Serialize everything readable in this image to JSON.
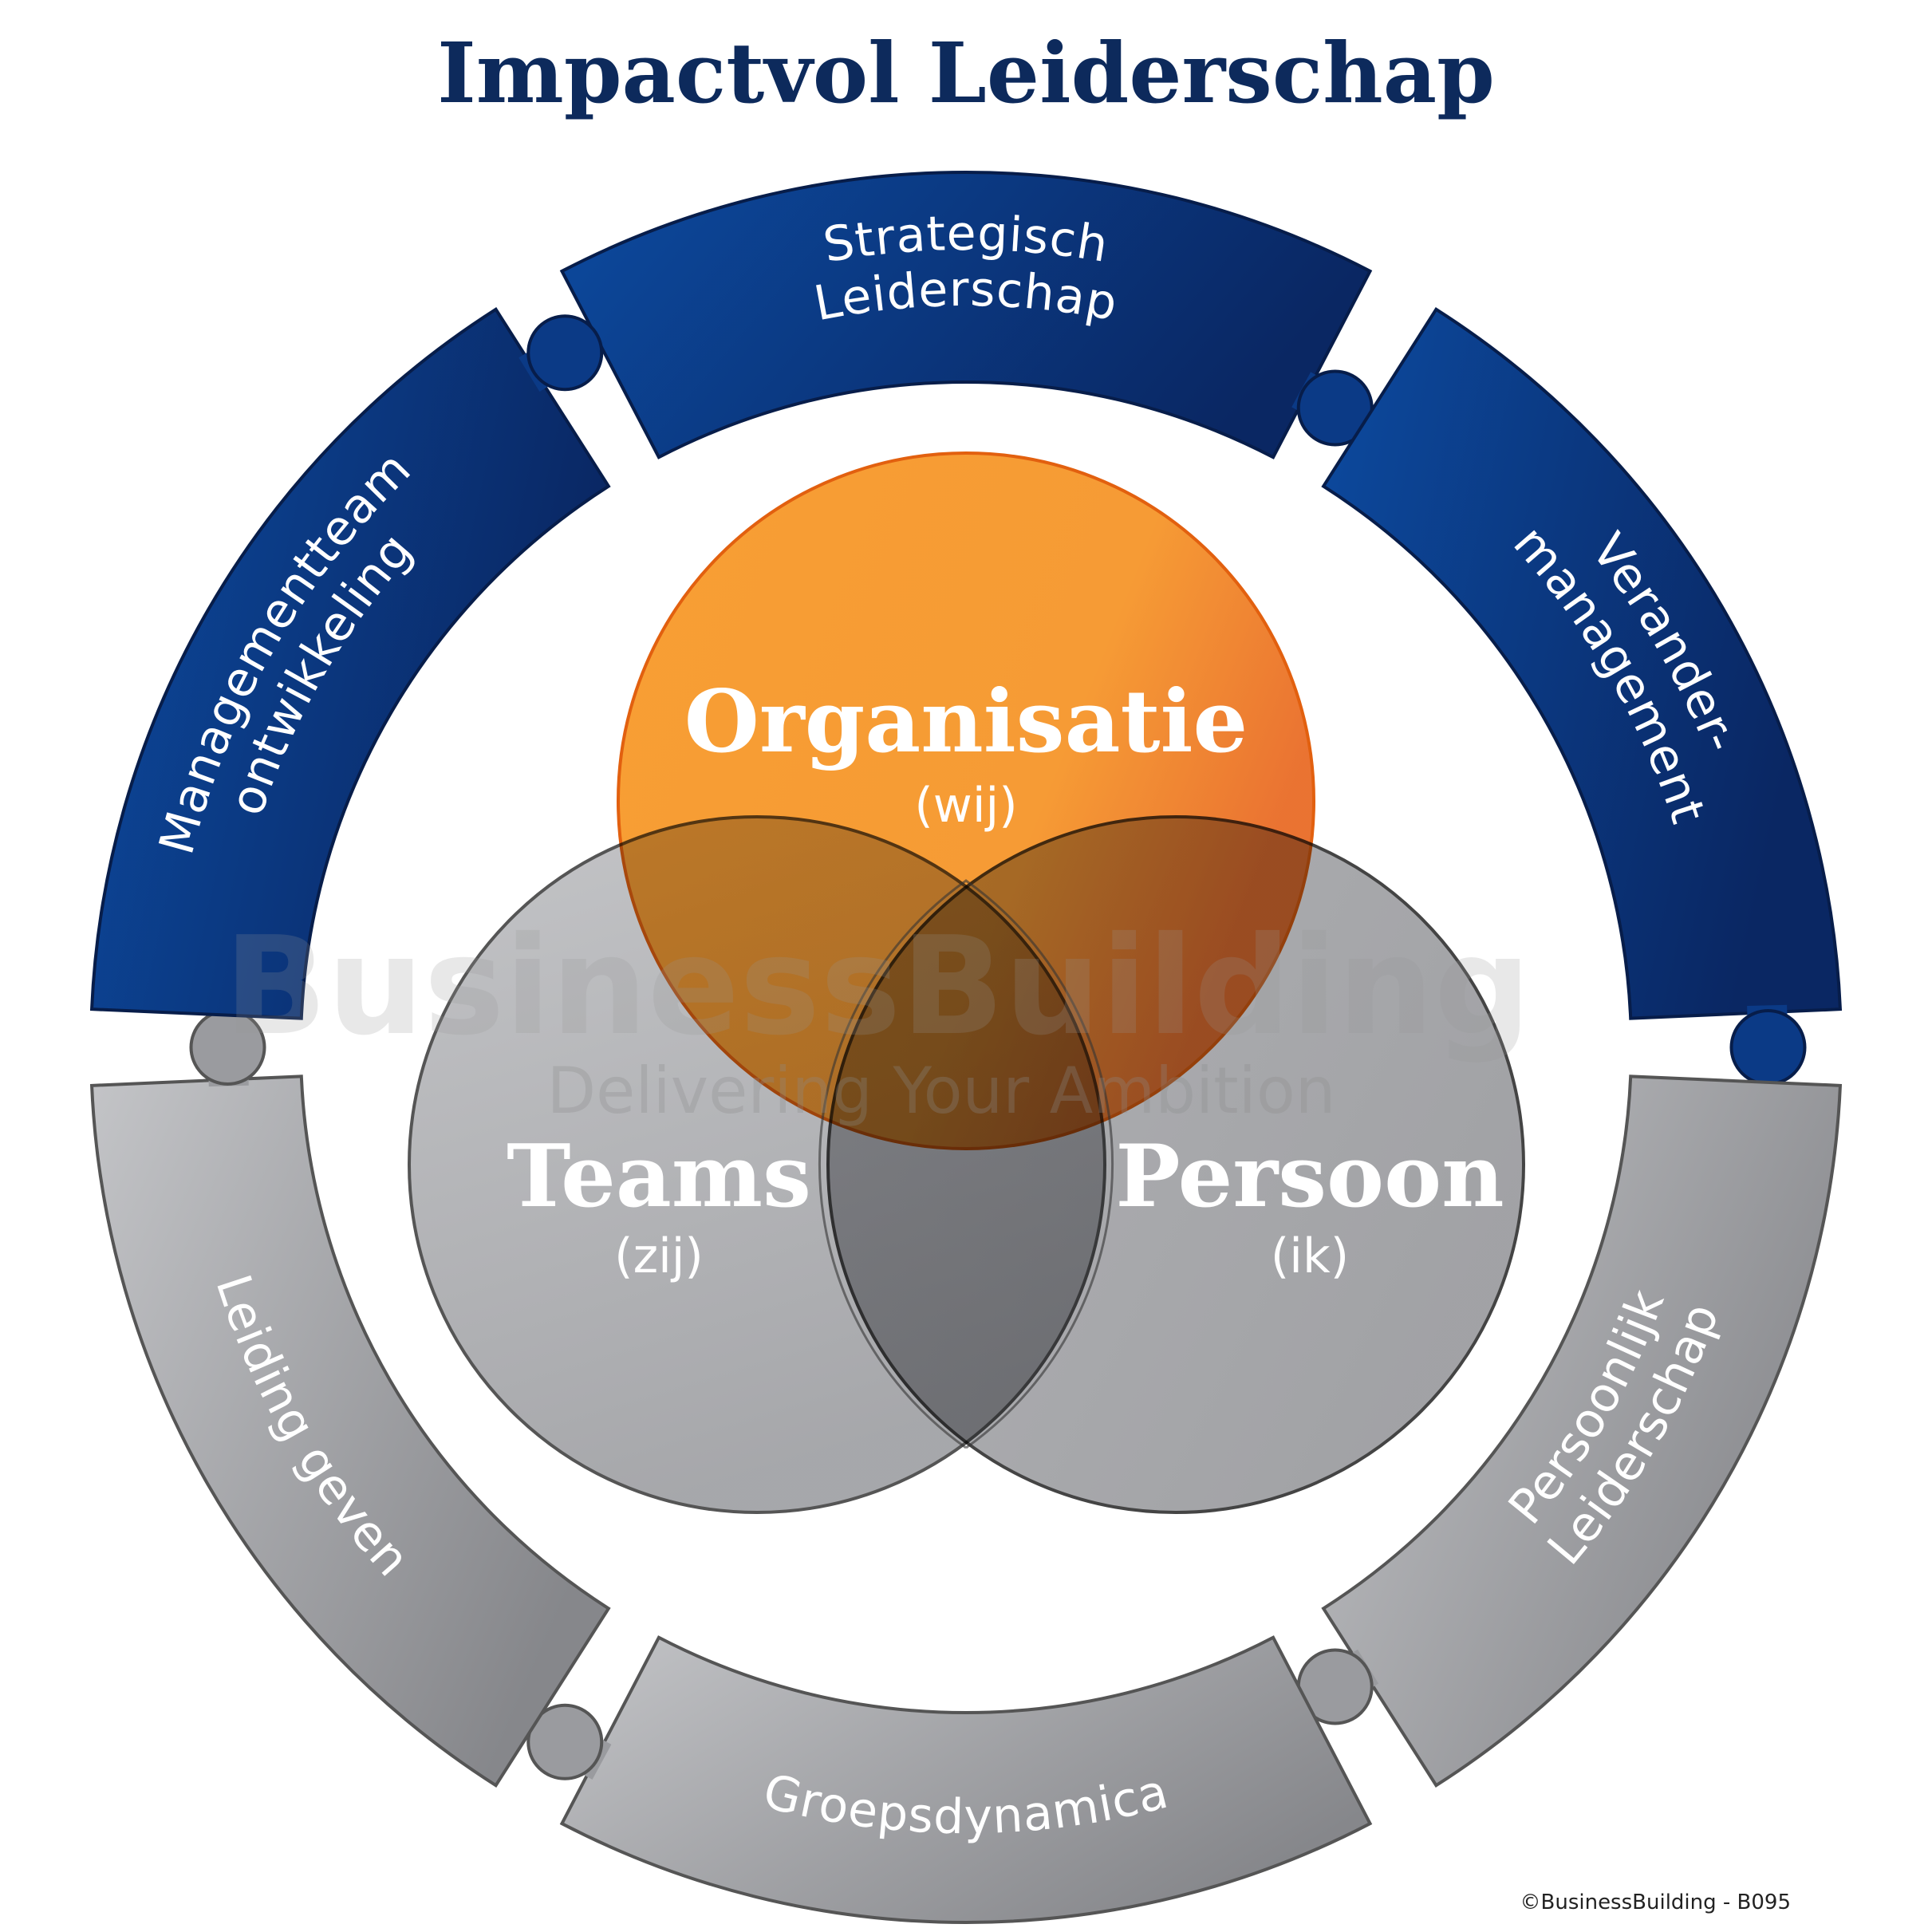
{
  "title": "Impactvol Leiderschap",
  "colors": {
    "navy": "#0d2a5c",
    "blue_light": "#0c4a9f",
    "blue_dark": "#0a2763",
    "gray_light": "#bfc0c3",
    "gray_dark": "#8c8d91",
    "orange": "#f7941d"
  },
  "circles": {
    "organisatie": {
      "label": "Organisatie",
      "sub": "(wij)"
    },
    "teams": {
      "label": "Teams",
      "sub": "(zij)"
    },
    "persoon": {
      "label": "Persoon",
      "sub": "(ik)"
    }
  },
  "segments": [
    {
      "lines": [
        "Strategisch",
        "Leiderschap"
      ]
    },
    {
      "lines": [
        "Verander-",
        "management"
      ]
    },
    {
      "lines": [
        "Persoonlijk",
        "Leiderschap"
      ]
    },
    {
      "lines": [
        "Groepsdynamica"
      ]
    },
    {
      "lines": [
        "Leiding geven"
      ]
    },
    {
      "lines": [
        "Managementteam",
        "ontwikkeling"
      ]
    }
  ],
  "watermark": {
    "brand": "BusinessBuilding",
    "tagline": "Delivering Your Ambition"
  },
  "copyright": "©BusinessBuilding - B095"
}
